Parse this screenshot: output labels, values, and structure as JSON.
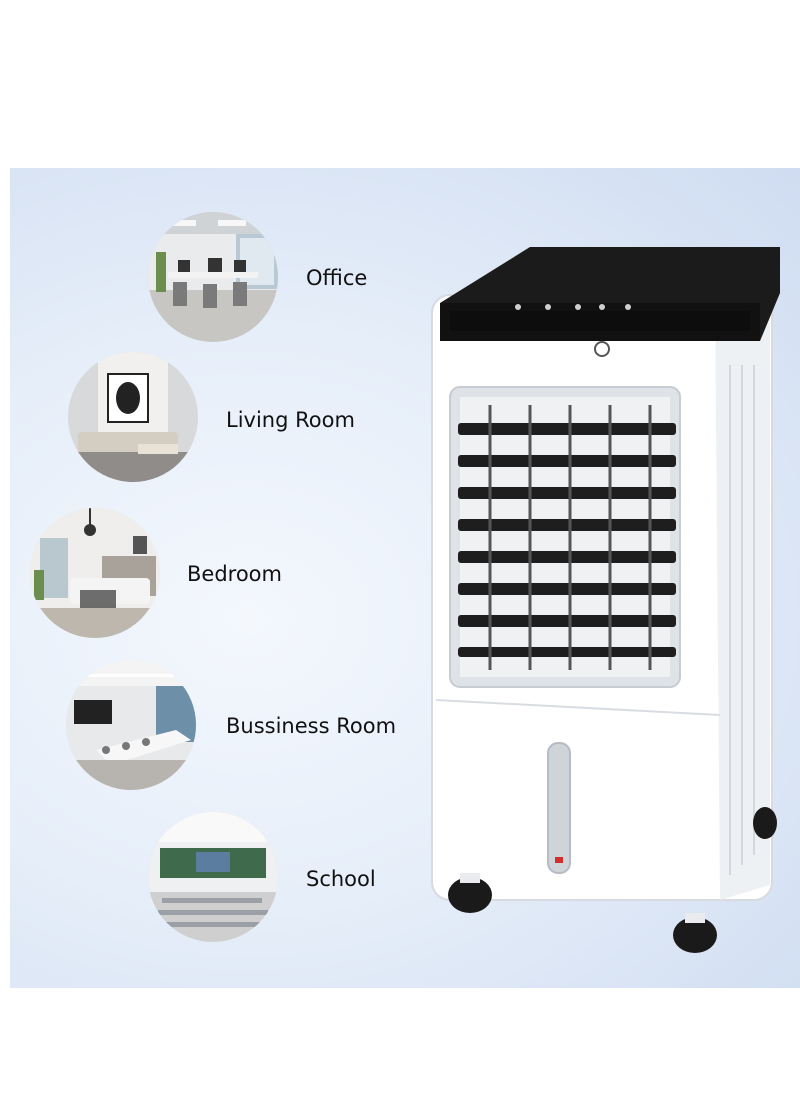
{
  "rooms": [
    {
      "label": "Office",
      "icon": "office-photo"
    },
    {
      "label": "Living Room",
      "icon": "living-room-photo"
    },
    {
      "label": "Bedroom",
      "icon": "bedroom-photo"
    },
    {
      "label": "Bussiness Room",
      "icon": "business-room-photo"
    },
    {
      "label": "School",
      "icon": "school-photo"
    }
  ],
  "product": {
    "icon": "air-cooler",
    "body_color": "#ffffff",
    "top_color": "#1b1b1b"
  }
}
